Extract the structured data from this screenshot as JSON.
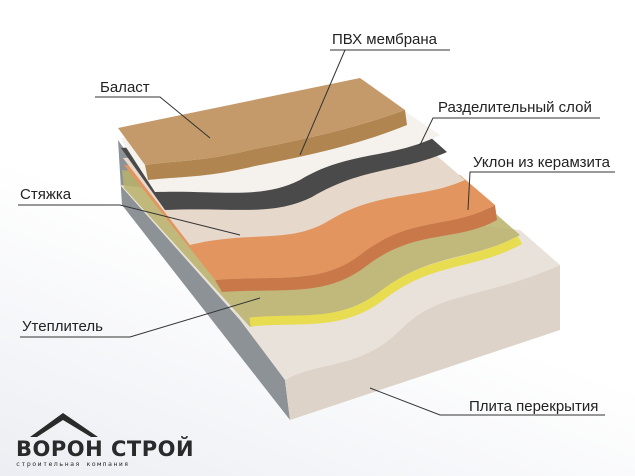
{
  "labels": {
    "ballast": "Баласт",
    "pvc": "ПВХ мембрана",
    "separator": "Разделительный слой",
    "slope": "Уклон из керамзита",
    "screed": "Стяжка",
    "insulation": "Утеплитель",
    "slab": "Плита перекрытия"
  },
  "logo": {
    "name": "ВОРОН СТРОЙ",
    "subtitle": "строительная компания"
  },
  "colors": {
    "ballast": "#c59a6a",
    "pvc": "#f5f2ed",
    "separator": "#4a4a4a",
    "screed": "#e6d8cb",
    "slope": "#e3955f",
    "insulation": "#b8b26a",
    "insulation_edge": "#e8dc50",
    "slab": "#e9e2da",
    "slab_side": "#8d9297"
  }
}
